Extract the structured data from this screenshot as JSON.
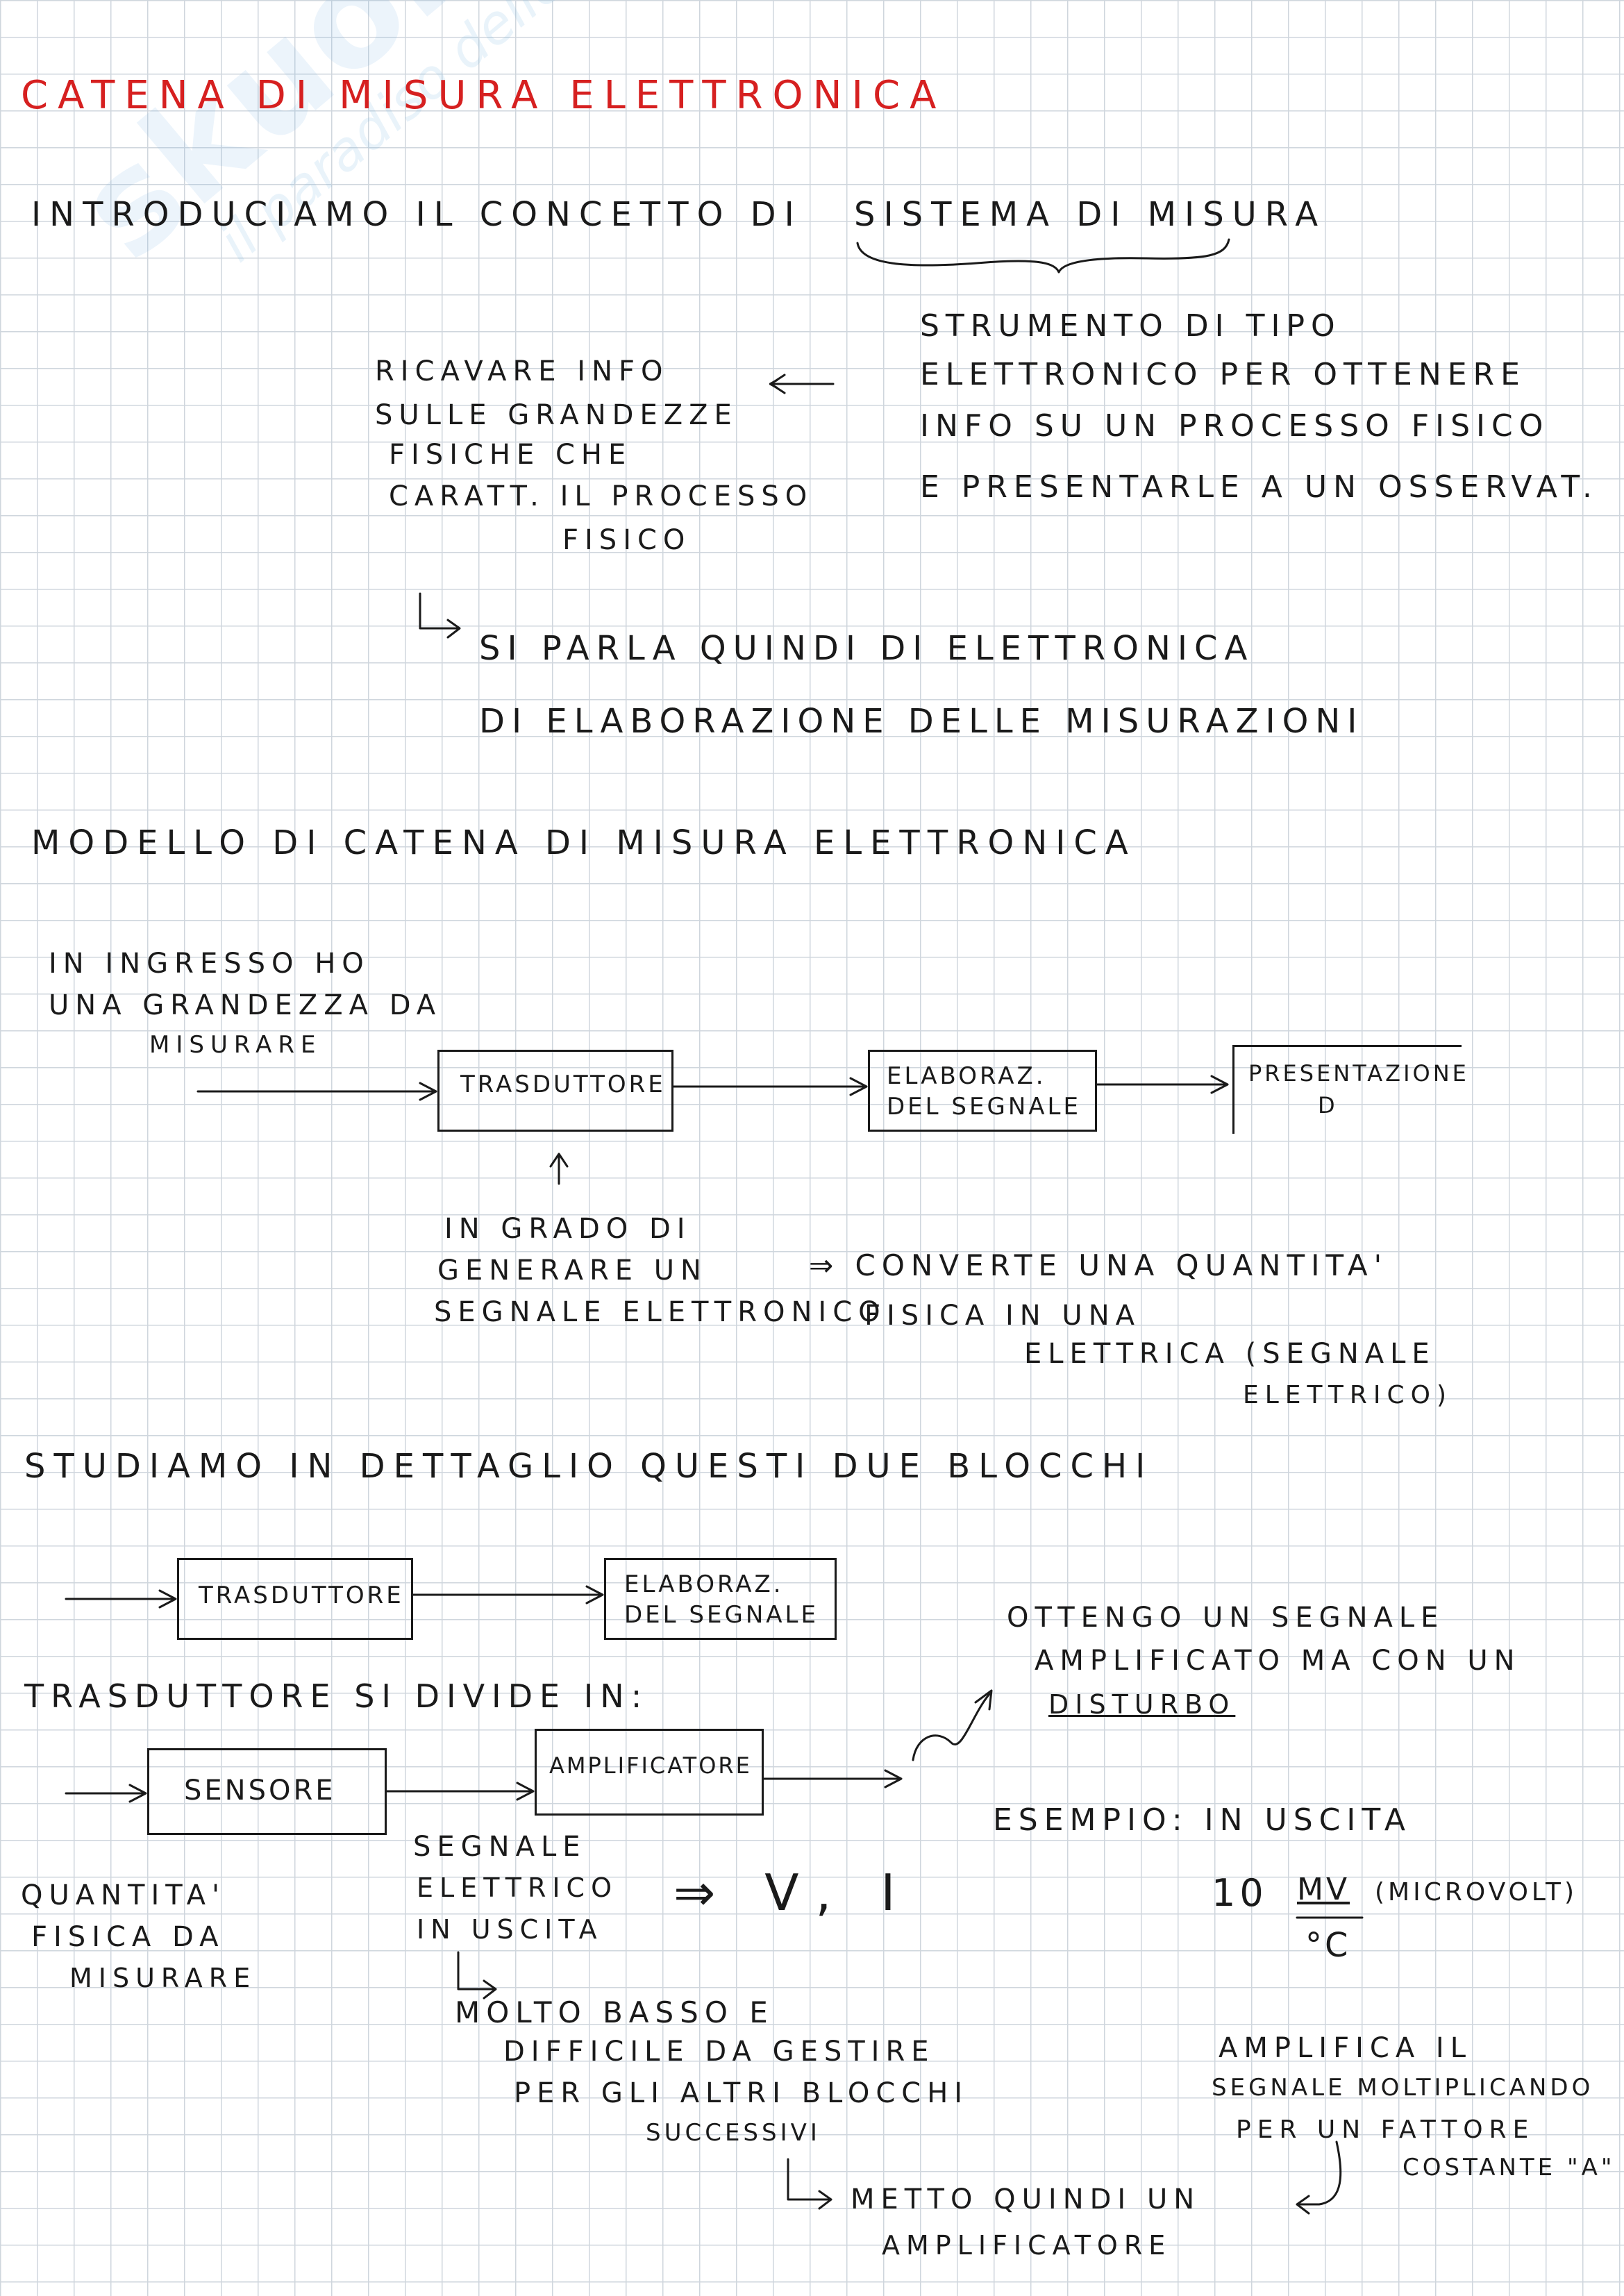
{
  "watermark": {
    "brand": "skuola.net",
    "tagline": "il paradiso dello studente"
  },
  "title": "CATENA DI MISURA ELETTRONICA",
  "intro": {
    "line": "INTRODUCIAMO IL CONCETTO DI",
    "concept": "SISTEMA DI MISURA",
    "right_lines": [
      "STRUMENTO DI TIPO",
      "ELETTRONICO PER OTTENERE",
      "INFO SU UN PROCESSO FISICO",
      "E PRESENTARLE A UN OSSERVAT."
    ],
    "left_lines": [
      "RICAVARE INFO",
      "SULLE GRANDEZZE",
      "FISICHE CHE",
      "CARATT. IL PROCESSO",
      "FISICO"
    ],
    "note_lines": [
      "SI PARLA QUINDI DI ELETTRONICA",
      "DI ELABORAZIONE DELLE MISURAZIONI"
    ]
  },
  "model": {
    "heading": "MODELLO DI CATENA DI MISURA ELETTRONICA",
    "input_lines": [
      "IN INGRESSO HO",
      "UNA GRANDEZZA DA",
      "MISURARE"
    ],
    "blocks": [
      {
        "label": "TRASDUTTORE"
      },
      {
        "label_lines": [
          "ELABORAZ.",
          "DEL SEGNALE"
        ]
      },
      {
        "label_lines": [
          "PRESENTAZIONE",
          "D"
        ]
      }
    ],
    "trans_note_lines": [
      "IN GRADO DI",
      "GENERARE UN",
      "SEGNALE ELETTRONICO"
    ],
    "converts_lines": [
      "⇒ CONVERTE UNA QUANTITA'",
      "FISICA IN UNA",
      "ELETTRICA (SEGNALE",
      "ELETTRICO)"
    ]
  },
  "detail": {
    "heading": "STUDIAMO IN DETTAGLIO QUESTI DUE BLOCCHI",
    "block1": "TRASDUTTORE",
    "block2_lines": [
      "ELABORAZ.",
      "DEL SEGNALE"
    ],
    "divides": "TRASDUTTORE SI DIVIDE IN:",
    "sensor": "SENSORE",
    "amplifier": "AMPLIFICATORE",
    "output_note_lines": [
      "OTTENGO UN SEGNALE",
      "AMPLIFICATO MA CON UN"
    ],
    "disturbo": "DISTURBO",
    "quantity_lines": [
      "QUANTITA'",
      "FISICA DA",
      "MISURARE"
    ],
    "signal_lines": [
      "SEGNALE",
      "ELETTRICO",
      "IN USCITA"
    ],
    "vi": "⇒ V, I",
    "example_label": "ESEMPIO: IN USCITA",
    "example_value": "10",
    "example_unit_num": "MV",
    "example_unit_den": "°C",
    "example_unit_note": "(MICROVOLT)",
    "weak_lines": [
      "MOLTO BASSO E",
      "DIFFICILE DA GESTIRE",
      "PER GLI ALTRI BLOCCHI",
      "SUCCESSIVI"
    ],
    "amplify_lines": [
      "AMPLIFICA IL",
      "SEGNALE MOLTIPLICANDO",
      "PER UN FATTORE",
      "COSTANTE \"A\""
    ],
    "then_lines": [
      "METTO QUINDI UN",
      "AMPLIFICATORE"
    ]
  }
}
